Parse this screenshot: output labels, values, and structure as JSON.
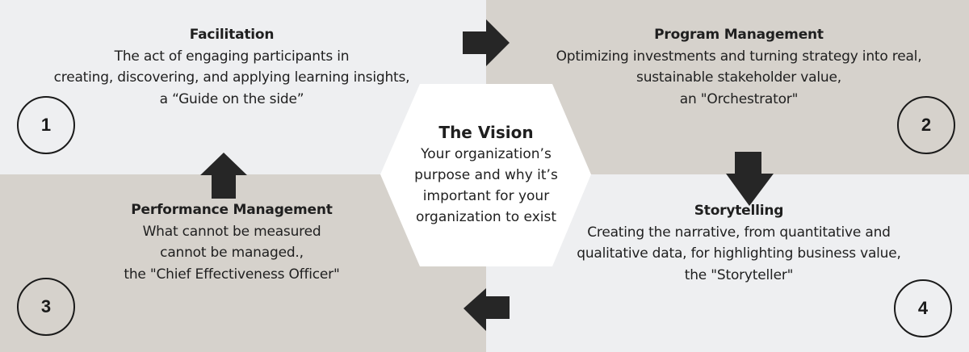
{
  "colors": {
    "light_panel": "#eeeff1",
    "beige_panel": "#d6d2cc",
    "arrow": "#262626",
    "hexagon": "#ffffff"
  },
  "center": {
    "title": "The Vision",
    "lines": [
      "Your organization’s",
      "purpose and why it’s",
      "important for your",
      "organization to exist"
    ]
  },
  "steps": [
    {
      "number": "1",
      "title": "Facilitation",
      "lines": [
        "The act of engaging participants in",
        "creating, discovering, and applying learning insights,",
        "a “Guide on the side”"
      ]
    },
    {
      "number": "2",
      "title": "Program Management",
      "lines": [
        "Optimizing investments and turning strategy into real,",
        "sustainable stakeholder value,",
        "an \"Orchestrator\""
      ]
    },
    {
      "number": "3",
      "title": "Performance Management",
      "lines": [
        "What cannot be measured",
        "cannot be managed.,",
        "the \"Chief Effectiveness Officer\""
      ]
    },
    {
      "number": "4",
      "title": "Storytelling",
      "lines": [
        "Creating the narrative, from quantitative and",
        "qualitative data, for highlighting business value,",
        "the \"Storyteller\""
      ]
    }
  ],
  "arrows": [
    {
      "from": "1",
      "to": "2",
      "direction": "right",
      "icon": "arrow-right-icon"
    },
    {
      "from": "2",
      "to": "4",
      "direction": "down",
      "icon": "arrow-down-icon"
    },
    {
      "from": "4",
      "to": "3",
      "direction": "left",
      "icon": "arrow-left-icon"
    },
    {
      "from": "3",
      "to": "1",
      "direction": "up",
      "icon": "arrow-up-icon"
    }
  ]
}
